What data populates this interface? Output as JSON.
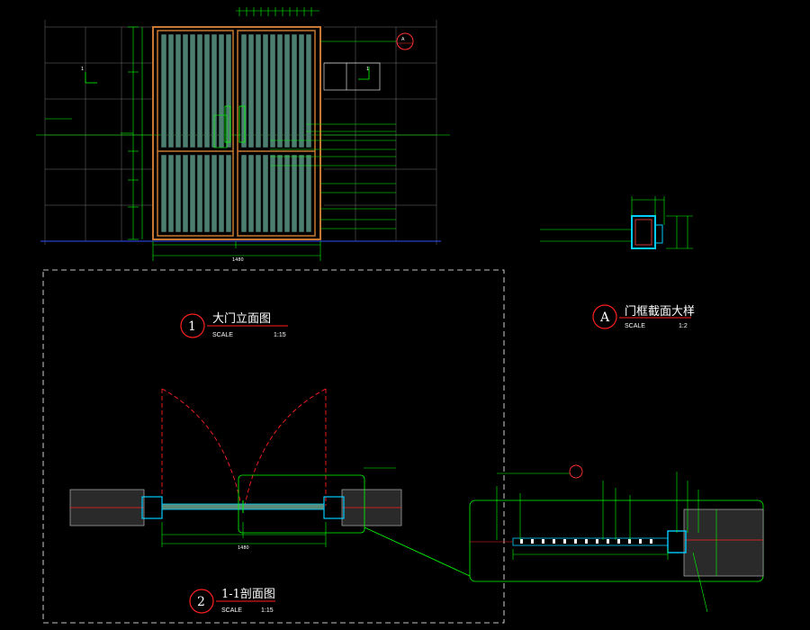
{
  "colors": {
    "background": "#000000",
    "dimension": "#00ff00",
    "frame": "#c87830",
    "panel": "#5a8a78",
    "cut": "#ff0000",
    "leader": "#ffffff",
    "marker": "#ff0000",
    "grid": "#ffffff",
    "wall": "#808080",
    "glass": "#00ccff"
  },
  "drawings": [
    {
      "id": "gate-elevation",
      "number": "1",
      "title": "大门立面图",
      "scale_label": "SCALE",
      "scale": "1:15"
    },
    {
      "id": "gate-section",
      "number": "2",
      "title": "1-1剖面图",
      "scale_label": "SCALE",
      "scale": "1:15"
    },
    {
      "id": "frame-detail",
      "number": "A",
      "title": "门框截面大样",
      "scale_label": "SCALE",
      "scale": "1:2"
    }
  ],
  "elevation": {
    "section_mark_left": "1",
    "section_mark_right": "1",
    "overall_width": "1480",
    "detail_callout": "A"
  },
  "section": {
    "overall_width": "1480"
  }
}
